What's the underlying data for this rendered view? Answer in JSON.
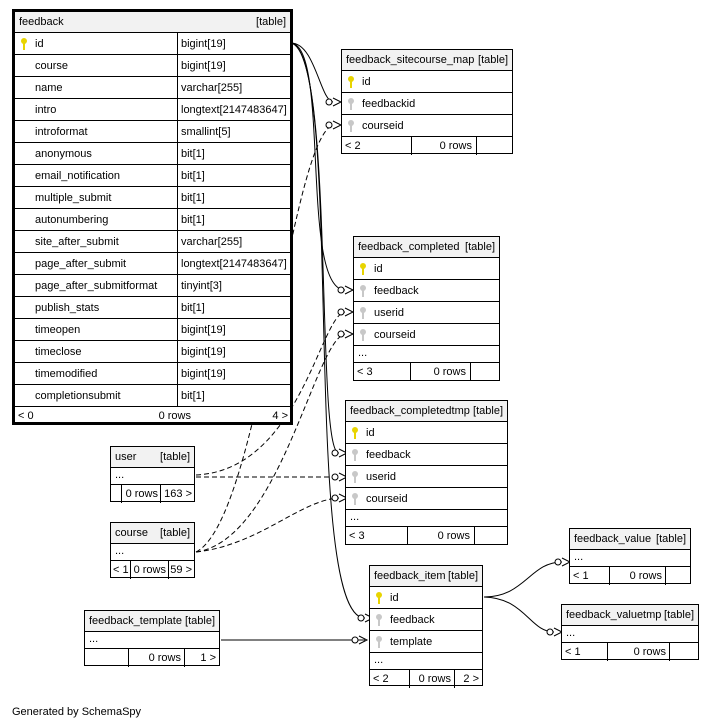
{
  "credit": "Generated by SchemaSpy",
  "tag": "[table]",
  "colors": {
    "pk_key": "#e8d400",
    "fk_key": "#c8c8c8",
    "header_bg": "#f2f2f2"
  },
  "feedback": {
    "name": "feedback",
    "columns": [
      {
        "name": "id",
        "type": "bigint[19]",
        "key": "pk-key-icon"
      },
      {
        "name": "course",
        "type": "bigint[19]"
      },
      {
        "name": "name",
        "type": "varchar[255]"
      },
      {
        "name": "intro",
        "type": "longtext[2147483647]"
      },
      {
        "name": "introformat",
        "type": "smallint[5]"
      },
      {
        "name": "anonymous",
        "type": "bit[1]"
      },
      {
        "name": "email_notification",
        "type": "bit[1]"
      },
      {
        "name": "multiple_submit",
        "type": "bit[1]"
      },
      {
        "name": "autonumbering",
        "type": "bit[1]"
      },
      {
        "name": "site_after_submit",
        "type": "varchar[255]"
      },
      {
        "name": "page_after_submit",
        "type": "longtext[2147483647]"
      },
      {
        "name": "page_after_submitformat",
        "type": "tinyint[3]"
      },
      {
        "name": "publish_stats",
        "type": "bit[1]"
      },
      {
        "name": "timeopen",
        "type": "bigint[19]"
      },
      {
        "name": "timeclose",
        "type": "bigint[19]"
      },
      {
        "name": "timemodified",
        "type": "bigint[19]"
      },
      {
        "name": "completionsubmit",
        "type": "bit[1]"
      }
    ],
    "footer": [
      "< 0",
      "0 rows",
      "4 >"
    ]
  },
  "sitecourse_map": {
    "name": "feedback_sitecourse_map",
    "columns": [
      "id",
      "feedbackid",
      "courseid"
    ],
    "footer": [
      "< 2",
      "0 rows",
      ""
    ]
  },
  "completed": {
    "name": "feedback_completed",
    "columns": [
      "id",
      "feedback",
      "userid",
      "courseid"
    ],
    "dots": "...",
    "footer": [
      "< 3",
      "0 rows",
      ""
    ]
  },
  "completedtmp": {
    "name": "feedback_completedtmp",
    "columns": [
      "id",
      "feedback",
      "userid",
      "courseid"
    ],
    "dots": "...",
    "footer": [
      "< 3",
      "0 rows",
      ""
    ]
  },
  "user": {
    "name": "user",
    "dots": "...",
    "footer": [
      "",
      "0 rows",
      "163 >"
    ]
  },
  "course": {
    "name": "course",
    "dots": "...",
    "footer": [
      "< 1",
      "0 rows",
      "59 >"
    ]
  },
  "item": {
    "name": "feedback_item",
    "columns": [
      "id",
      "feedback",
      "template"
    ],
    "dots": "...",
    "footer": [
      "< 2",
      "0 rows",
      "2 >"
    ]
  },
  "value": {
    "name": "feedback_value",
    "dots": "...",
    "footer": [
      "< 1",
      "0 rows",
      ""
    ]
  },
  "valuetmp": {
    "name": "feedback_valuetmp",
    "dots": "...",
    "footer": [
      "< 1",
      "0 rows",
      ""
    ]
  },
  "template": {
    "name": "feedback_template",
    "dots": "...",
    "footer": [
      "",
      "0 rows",
      "1 >"
    ]
  }
}
